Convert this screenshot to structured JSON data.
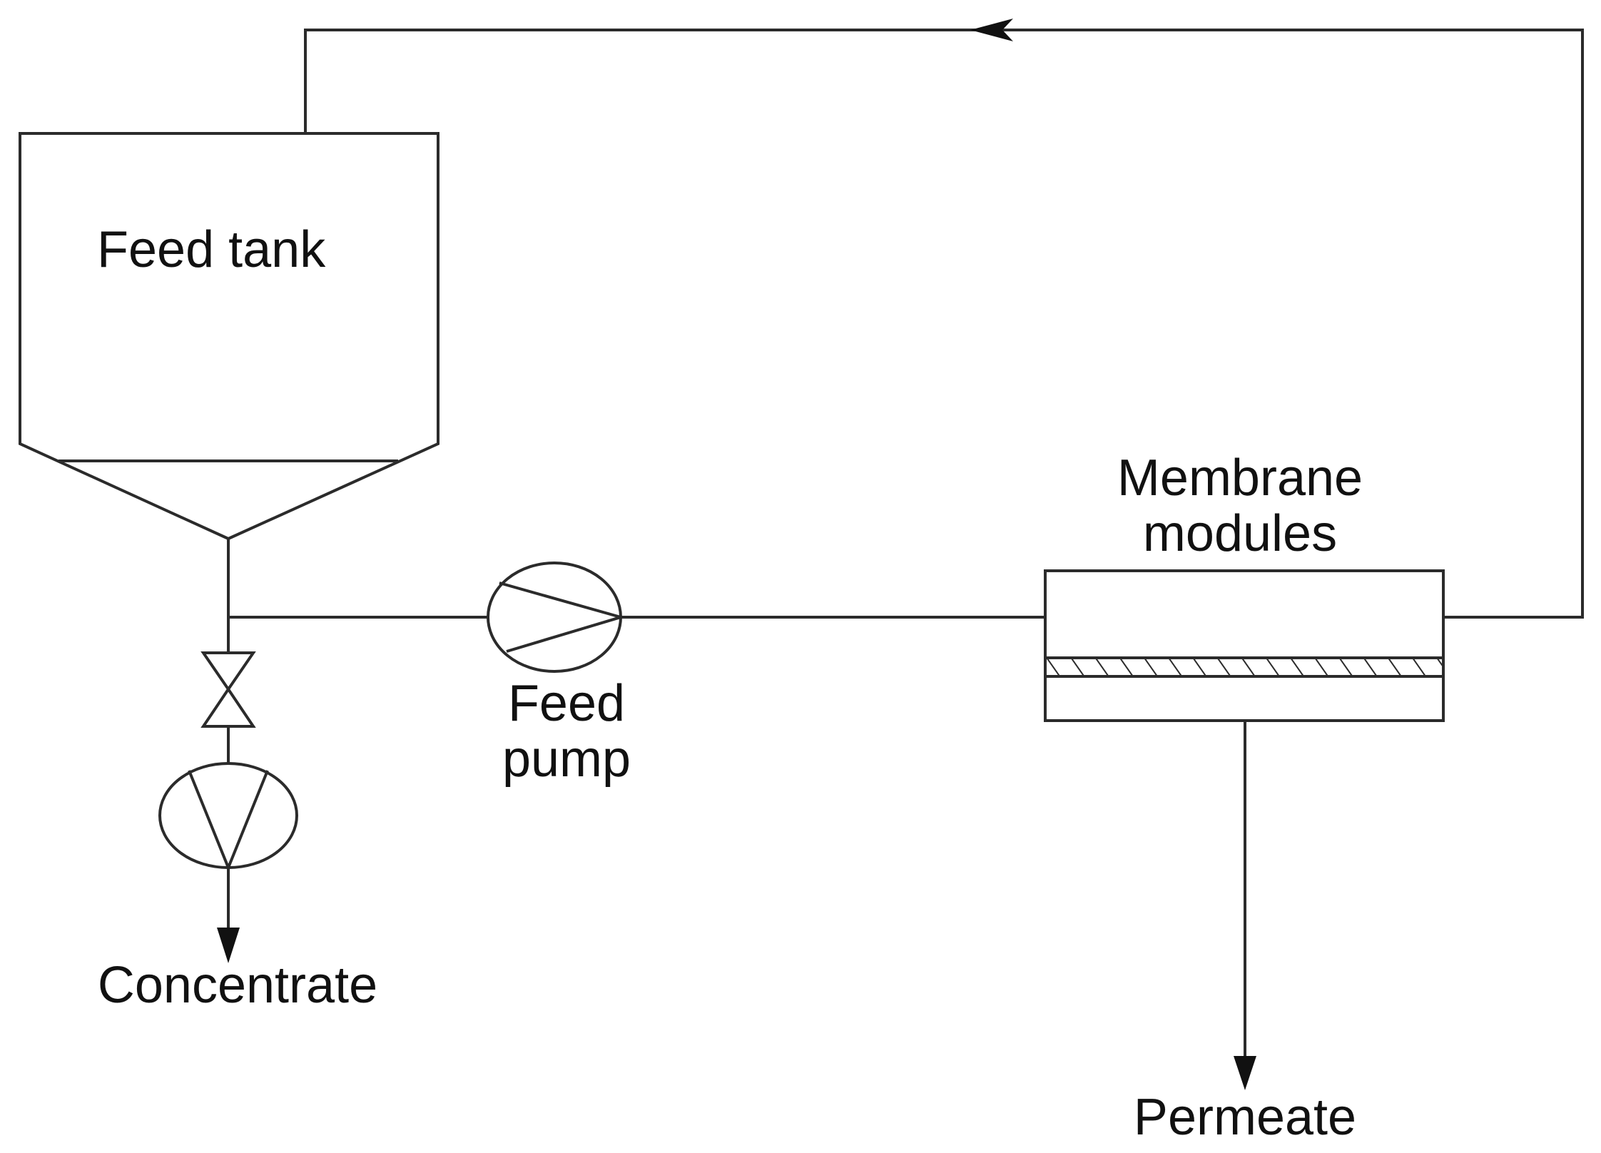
{
  "labels": {
    "feed_tank": "Feed tank",
    "membrane_line1": "Membrane",
    "membrane_line2": "modules",
    "feed_pump_line1": "Feed",
    "feed_pump_line2": "pump",
    "concentrate": "Concentrate",
    "permeate": "Permeate"
  },
  "colors": {
    "line": "#2b2b2b",
    "text": "#111111",
    "background": "#ffffff"
  }
}
